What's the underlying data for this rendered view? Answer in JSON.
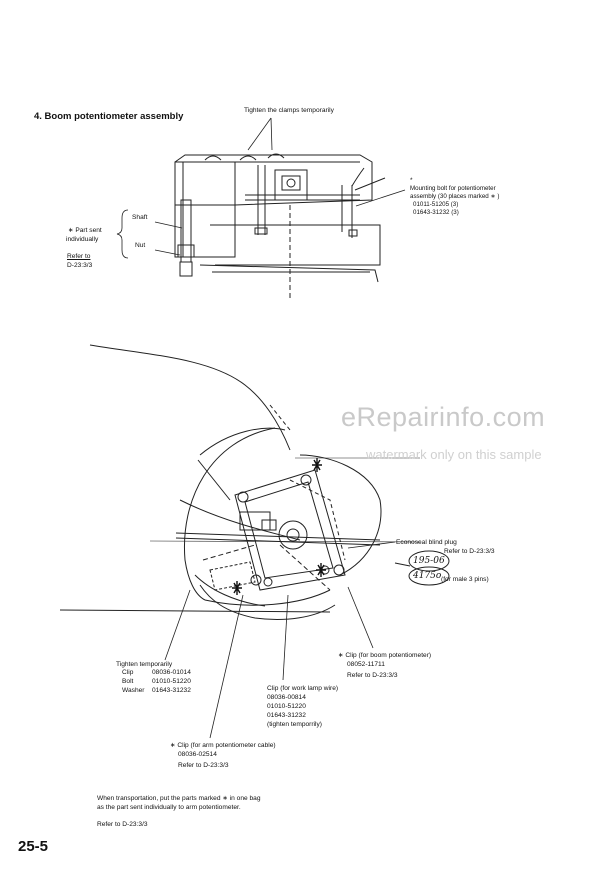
{
  "section_title": "4.  Boom potentiometer assembly",
  "top_callout": "Tighten the clamps temporarily",
  "mounting_bolt": {
    "star": "*",
    "line1": "Mounting bolt for potentiometer",
    "line2": "assembly (30 places marked ∗ )",
    "line3": "01011-51205 (3)",
    "line4": "01643-31232 (3)"
  },
  "left_labels": {
    "part_sent_line1": "∗ Part sent",
    "part_sent_line2": "individually",
    "refer_line1": "Refer to",
    "refer_line2": "D-23:3/3",
    "shaft": "Shaft",
    "nut": "Nut"
  },
  "econoseal": {
    "title": "Econoseal blind plug",
    "refer": "Refer to D-23:3/3",
    "handwritten_1": "195-06",
    "handwritten_2": "4175o",
    "note": "(for male 3 pins)"
  },
  "clip_boom": {
    "line1": "∗ Clip (for boom potentiometer)",
    "line2": "08052-11711",
    "line3": "Refer to D-23:3/3"
  },
  "tighten_block": {
    "title": "Tighten temporarily",
    "rows": [
      {
        "label": "Clip",
        "part": "08036-01014"
      },
      {
        "label": "Bolt",
        "part": "01010-51220"
      },
      {
        "label": "Washer",
        "part": "01643-31232"
      }
    ]
  },
  "clip_work_lamp": {
    "line1": "Clip (for work lamp wire)",
    "line2": "08036-00814",
    "line3": "01010-51220",
    "line4": "01643-31232",
    "line5": "(tighten temporrily)"
  },
  "clip_arm": {
    "line1": "∗ Clip (for arm potentiometer cable)",
    "line2": "08036-02514",
    "line3": "Refer to D-23:3/3"
  },
  "transport_note": {
    "line1": "When transportation, put the parts marked ∗  in one bag",
    "line2": "as the part sent individually to arm potentiometer."
  },
  "bottom_refer": "Refer to D-23:3/3",
  "page_number": "25-5",
  "watermark": {
    "line1": "eRepairinfo.com",
    "line2": "watermark only on this sample"
  }
}
